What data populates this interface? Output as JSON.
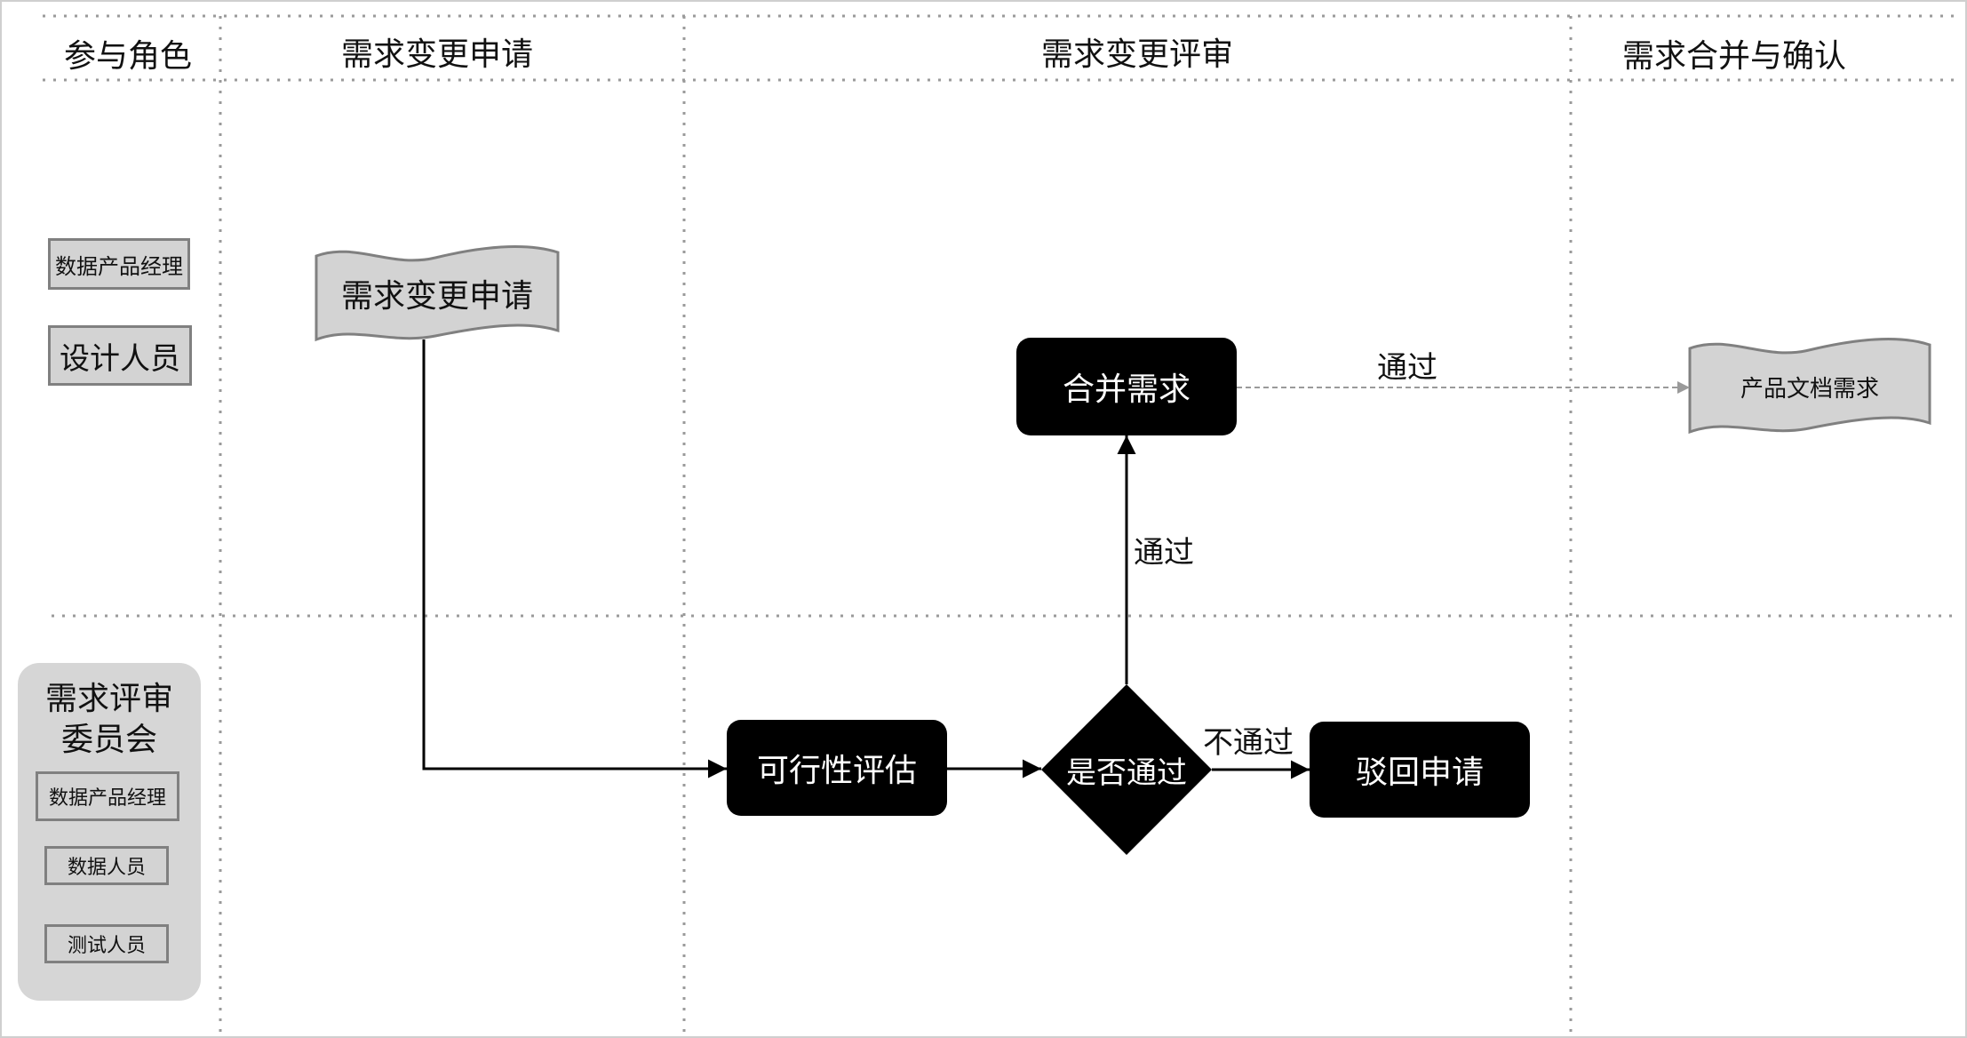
{
  "headers": {
    "roles": "参与角色",
    "apply": "需求变更申请",
    "review": "需求变更评审",
    "merge": "需求合并与确认"
  },
  "roles_top": {
    "pm": "数据产品经理",
    "designer": "设计人员"
  },
  "committee": {
    "title_line1": "需求评审",
    "title_line2": "委员会",
    "pm": "数据产品经理",
    "data": "数据人员",
    "test": "测试人员"
  },
  "nodes": {
    "change_request": "需求变更申请",
    "feasibility": "可行性评估",
    "decision": "是否通过",
    "reject": "驳回申请",
    "merge": "合并需求",
    "product_doc": "产品文档需求"
  },
  "edges": {
    "pass_up": "通过",
    "pass_right": "通过",
    "fail": "不通过"
  },
  "colors": {
    "node_fill": "#000000",
    "doc_fill": "#d3d3d3",
    "doc_stroke": "#808080",
    "grid": "#9a9a9a",
    "committee_bg": "#d6d6d6"
  }
}
